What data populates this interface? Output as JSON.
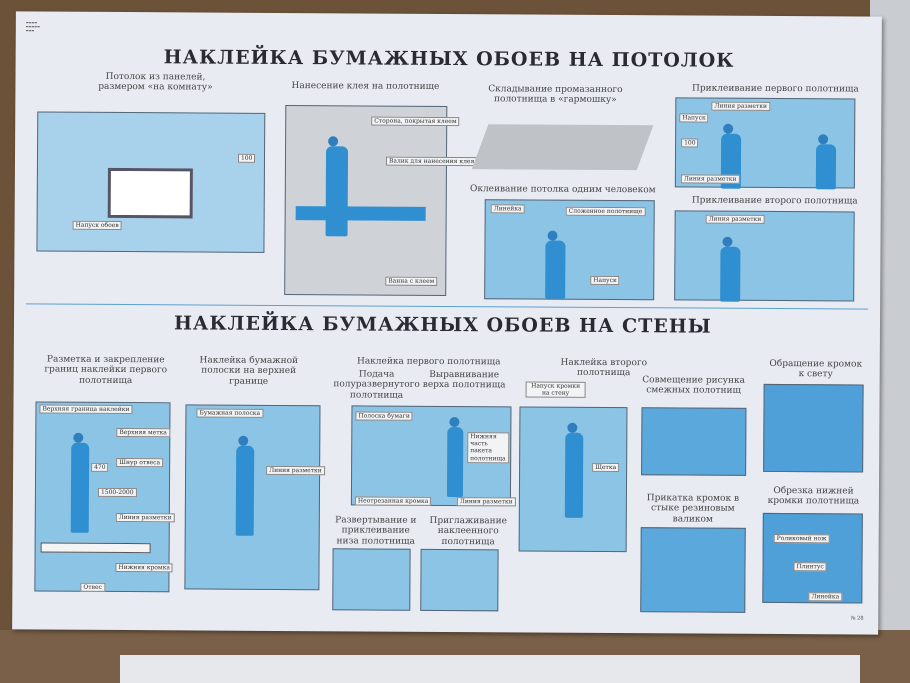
{
  "section_top": {
    "title": "НАКЛЕЙКА БУМАЖНЫХ ОБОЕВ НА ПОТОЛОК",
    "panels": [
      {
        "caption": "Потолок из панелей, размером «на комнату»",
        "labels": [
          "Напуск обоев",
          "100"
        ]
      },
      {
        "caption": "Нанесение клея на полотнище",
        "labels": [
          "Сторона, покрытая клеем",
          "Валик для нанесения клея",
          "Ванна с клеем"
        ]
      },
      {
        "caption": "Складывание промазанного полотнища в «гармошку»",
        "labels": []
      },
      {
        "caption": "Оклеивание потолка одним человеком",
        "labels": [
          "Линейка",
          "Сложенное полотнище",
          "Напуск"
        ]
      },
      {
        "caption": "Приклеивание первого полотнища",
        "labels": [
          "Линия разметки",
          "Напуск",
          "Линия разметки",
          "100"
        ]
      },
      {
        "caption": "Приклеивание второго полотнища",
        "labels": [
          "Линия разметки"
        ]
      }
    ]
  },
  "section_bottom": {
    "title": "НАКЛЕЙКА БУМАЖНЫХ ОБОЕВ НА СТЕНЫ",
    "panels": [
      {
        "caption": "Разметка и закрепление границ наклейки первого полотнища",
        "labels": [
          "Верхняя граница наклейки",
          "Верхняя метка",
          "Шнур отвеса",
          "Линия разметки",
          "Нижняя кромка",
          "Отвес",
          "470",
          "1500-2000"
        ]
      },
      {
        "caption": "Наклейка бумажной полоски на верхней границе",
        "labels": [
          "Бумажная полоска",
          "Линия разметки"
        ]
      },
      {
        "caption": "Наклейка первого полотнища",
        "sub": [
          "Подача полуразвернутого полотнища",
          "Выравнивание верха полотнища",
          "Развертывание и приклеивание низа полотнища",
          "Приглаживание наклеенного полотнища"
        ],
        "labels": [
          "Полоска бумаги",
          "Нижняя часть пакета полотнища",
          "Неотрезанная кромка",
          "Линия разметки"
        ]
      },
      {
        "caption": "Наклейка второго полотнища",
        "sub": [
          "Совмещение рисунка смежных полотнищ",
          "Прикатка кромок в стыке резиновым валиком"
        ],
        "labels": [
          "Напуск кромки на стену",
          "Щетка"
        ]
      },
      {
        "caption": "Обращение кромок к свету",
        "labels": []
      },
      {
        "caption": "Обрезка нижней кромки полотнища",
        "labels": [
          "Роликовый нож",
          "Плинтус",
          "Линейка"
        ]
      }
    ]
  },
  "poster_number": "№ 28"
}
